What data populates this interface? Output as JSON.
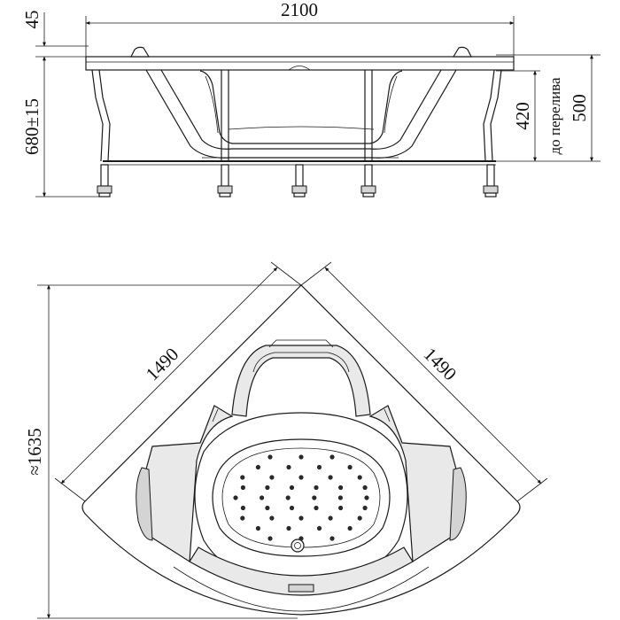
{
  "dimensions": {
    "total_width": "2100",
    "rim_height": "45",
    "height_total": "680±15",
    "overflow_height": "420",
    "overflow_label": "до перелива",
    "bowl_height": "500",
    "side_left": "1490",
    "side_right": "1490",
    "diagonal": "≈1635"
  },
  "jets": {
    "count": 44
  }
}
